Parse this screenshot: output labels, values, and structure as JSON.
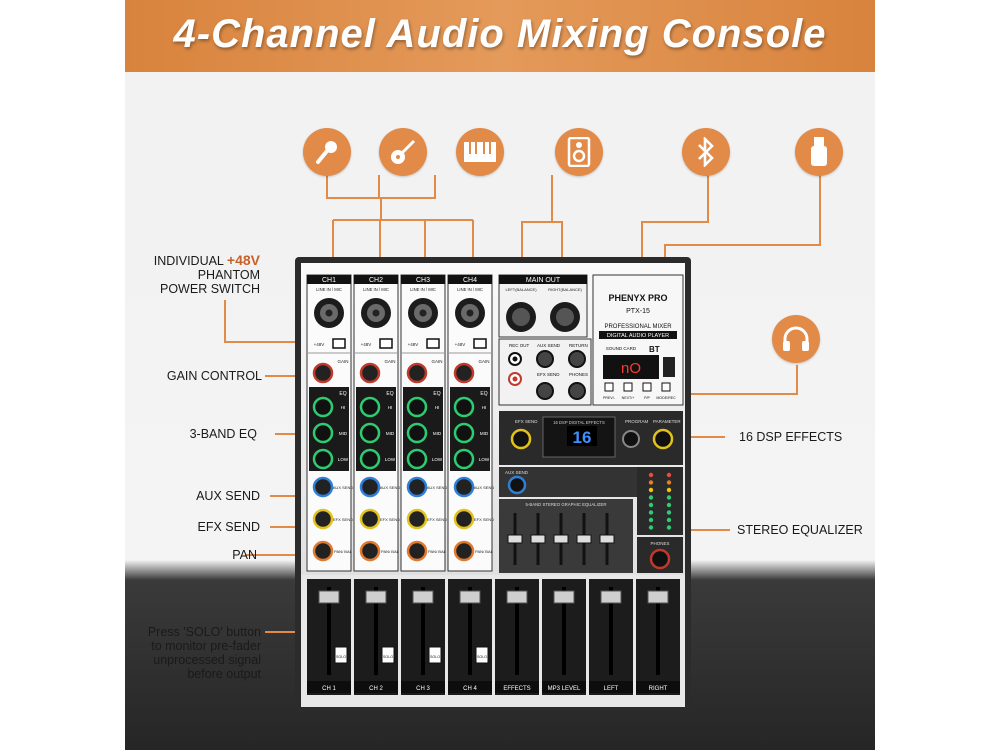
{
  "banner": {
    "title": "4-Channel Audio Mixing Console"
  },
  "icons": [
    {
      "name": "microphone-icon"
    },
    {
      "name": "guitar-icon"
    },
    {
      "name": "keyboard-icon"
    },
    {
      "name": "speaker-icon"
    },
    {
      "name": "bluetooth-icon"
    },
    {
      "name": "usb-drive-icon"
    },
    {
      "name": "headphones-icon"
    }
  ],
  "callouts": {
    "phantom_line1_prefix": "INDIVIDUAL ",
    "phantom_accent": "+48V",
    "phantom_line2": "PHANTOM",
    "phantom_line3": "POWER SWITCH",
    "gain": "GAIN CONTROL",
    "eq": "3-BAND EQ",
    "aux": "AUX SEND",
    "efx": "EFX SEND",
    "pan": "PAN",
    "solo_line1": "Press 'SOLO' button",
    "solo_line2": "to monitor pre-fader",
    "solo_line3": "unprocessed signal",
    "solo_line4": "before output",
    "dsp": "16 DSP EFFECTS",
    "stereo_eq": "STEREO EQUALIZER"
  },
  "device": {
    "channels": [
      "CH1",
      "CH2",
      "CH3",
      "CH4"
    ],
    "input_label": "LINE IN / MIC",
    "main_out": "MAIN OUT",
    "main_out_left": "LEFT(BALANCE)",
    "main_out_right": "RIGHT(BALANCE)",
    "brand": "PHENYX PRO",
    "model": "PTX-15",
    "sub1": "PROFESSIONAL MIXER",
    "sub2": "DIGITAL AUDIO PLAYER",
    "rec_out": "REC OUT",
    "aux_send": "AUX SEND",
    "efx_send": "EFX SEND",
    "return": "RETURN",
    "phones": "PHONES",
    "sound_card": "SOUND CARD",
    "bt": "BT",
    "player_display": "nO",
    "player_buttons": [
      "PREV/-",
      "NEXT/+",
      "P/P",
      "MODE/REC"
    ],
    "gain_label": "GAIN",
    "eq_label": "EQ",
    "eq_bands": [
      "HI",
      "MID",
      "LOW"
    ],
    "aux_label": "AUX SEND",
    "efx_label": "EFX SEND",
    "pan_label": "PAN/ BAL",
    "dsp_display": "16",
    "dsp_panel_title": "16 DSP DIGITAL EFFECTS",
    "efx_send_knob": "EFX SEND",
    "program": "PROGRAM",
    "parameter": "PARAMETER",
    "aux_send_knob": "AUX SEND",
    "geq_title": "5-BAND STEREO GRAPHIC EQUALIZER",
    "phones_knob": "PHONES",
    "solo": "SOLO",
    "fader_labels": [
      "CH 1",
      "CH 2",
      "CH 3",
      "CH 4",
      "EFFECTS",
      "MP3 LEVEL",
      "LEFT",
      "RIGHT"
    ],
    "phantom": "+48V"
  },
  "colors": {
    "accent": "#e28a48",
    "gain_knob": "#c0392b",
    "eq_knob": "#2ecc71",
    "aux_knob": "#2f7fd6",
    "efx_knob": "#e3c21b",
    "pan_knob": "#e07a30",
    "dsp_display": "#3f8fff"
  }
}
